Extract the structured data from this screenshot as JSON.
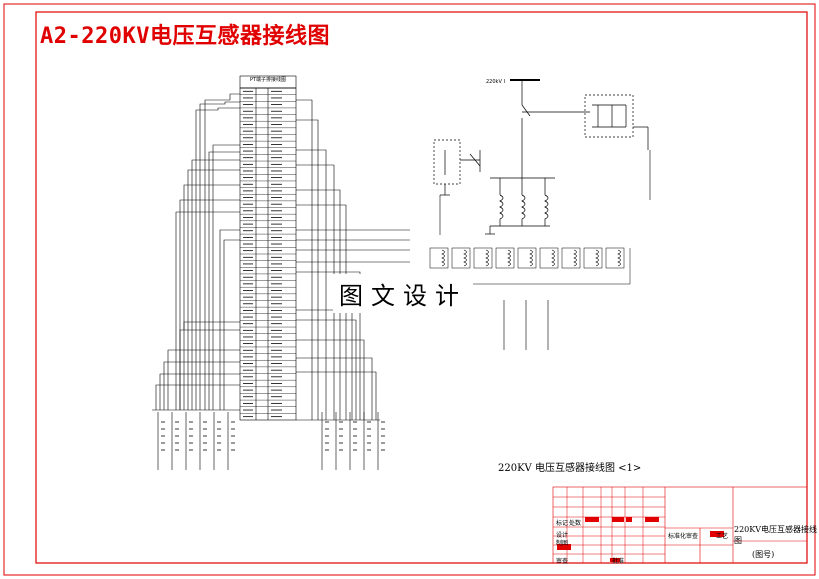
{
  "title": "A2-220KV电压互感器接线图",
  "watermark": "图文设计",
  "caption": "220KV 电压互感器接线图 <1>",
  "terminal_header": "PT端子排接线图",
  "title_block": {
    "drawing_title": "220KV电压互感器接线图",
    "drawing_no": "(图号)",
    "labels": {
      "design": "设计",
      "draw": "制图",
      "check": "审查",
      "approve": "批准",
      "standard": "标准化审查",
      "process": "工艺",
      "item": "标记",
      "count": "处数"
    }
  },
  "colors": {
    "border": "#e00000",
    "line": "#000000",
    "title": "#e00000"
  }
}
